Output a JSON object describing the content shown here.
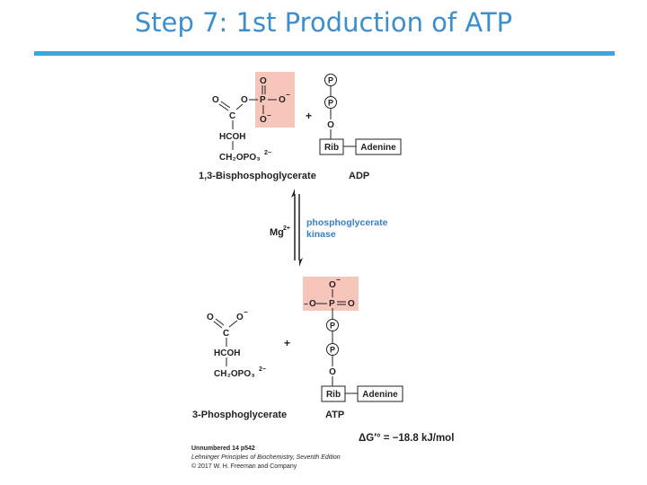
{
  "slide": {
    "title": "Step 7: 1st Production of ATP"
  },
  "reactants": {
    "bpg": {
      "name": "1,3-Bisphosphoglycerate",
      "atom_O_top": "O",
      "atom_O_left": "O",
      "atom_O_right": "O",
      "atom_O_bottom": "O",
      "atom_O_ester": "O",
      "atom_P": "P",
      "atom_C": "C",
      "charge_minus": "−",
      "hcoh": "HCOH",
      "ch2opo3": "CH₂OPO₃",
      "charge_2minus": "2−"
    },
    "plus": "+",
    "adp": {
      "name": "ADP",
      "phosphate": "P",
      "oxygen": "O",
      "ribose": "Rib",
      "base": "Adenine"
    }
  },
  "enzyme": {
    "cofactor": "Mg",
    "cofactor_charge": "2+",
    "name_line1": "phosphoglycerate",
    "name_line2": "kinase"
  },
  "products": {
    "pg": {
      "name": "3-Phosphoglycerate",
      "atom_O": "O",
      "atom_C": "C",
      "charge_minus": "−",
      "hcoh": "HCOH",
      "ch2opo3": "CH₂OPO₃",
      "charge_2minus": "2−"
    },
    "plus": "+",
    "atp": {
      "name": "ATP",
      "phosphate": "P",
      "oxygen": "O",
      "ribose": "Rib",
      "base": "Adenine",
      "atom_O": "O",
      "atom_P": "P",
      "charge_minus": "−"
    }
  },
  "delta_g": "ΔG′° = −18.8 kJ/mol",
  "credit": {
    "line1": "Unnumbered 14 p542",
    "line2": "Lehninger Principles of Biochemistry, Seventh Edition",
    "line3": "© 2017 W. H. Freeman and Company"
  },
  "colors": {
    "title": "#3b8fce",
    "rule": "#3aa6dc",
    "highlight": "#f5c6b9",
    "enzyme_text": "#3a7ec1"
  }
}
